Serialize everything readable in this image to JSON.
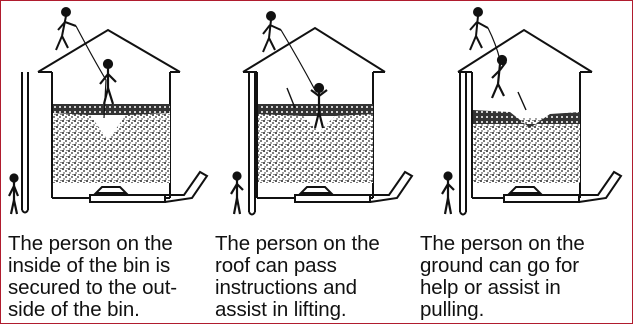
{
  "panels": [
    {
      "scenario": "inside-person-secured",
      "caption_lines": [
        "The person on the",
        "inside of the bin is",
        "secured to the out-",
        "side of the bin."
      ]
    },
    {
      "scenario": "roof-person-instructs",
      "caption_lines": [
        "The person on the",
        "roof can pass",
        "instructions and",
        "assist in lifting."
      ]
    },
    {
      "scenario": "ground-person-helps",
      "caption_lines": [
        "The person on the",
        "ground can go for",
        "help or assist in",
        "pulling."
      ]
    }
  ],
  "colors": {
    "border": "#b01c2e",
    "ink": "#111111",
    "grain": "#222222"
  }
}
